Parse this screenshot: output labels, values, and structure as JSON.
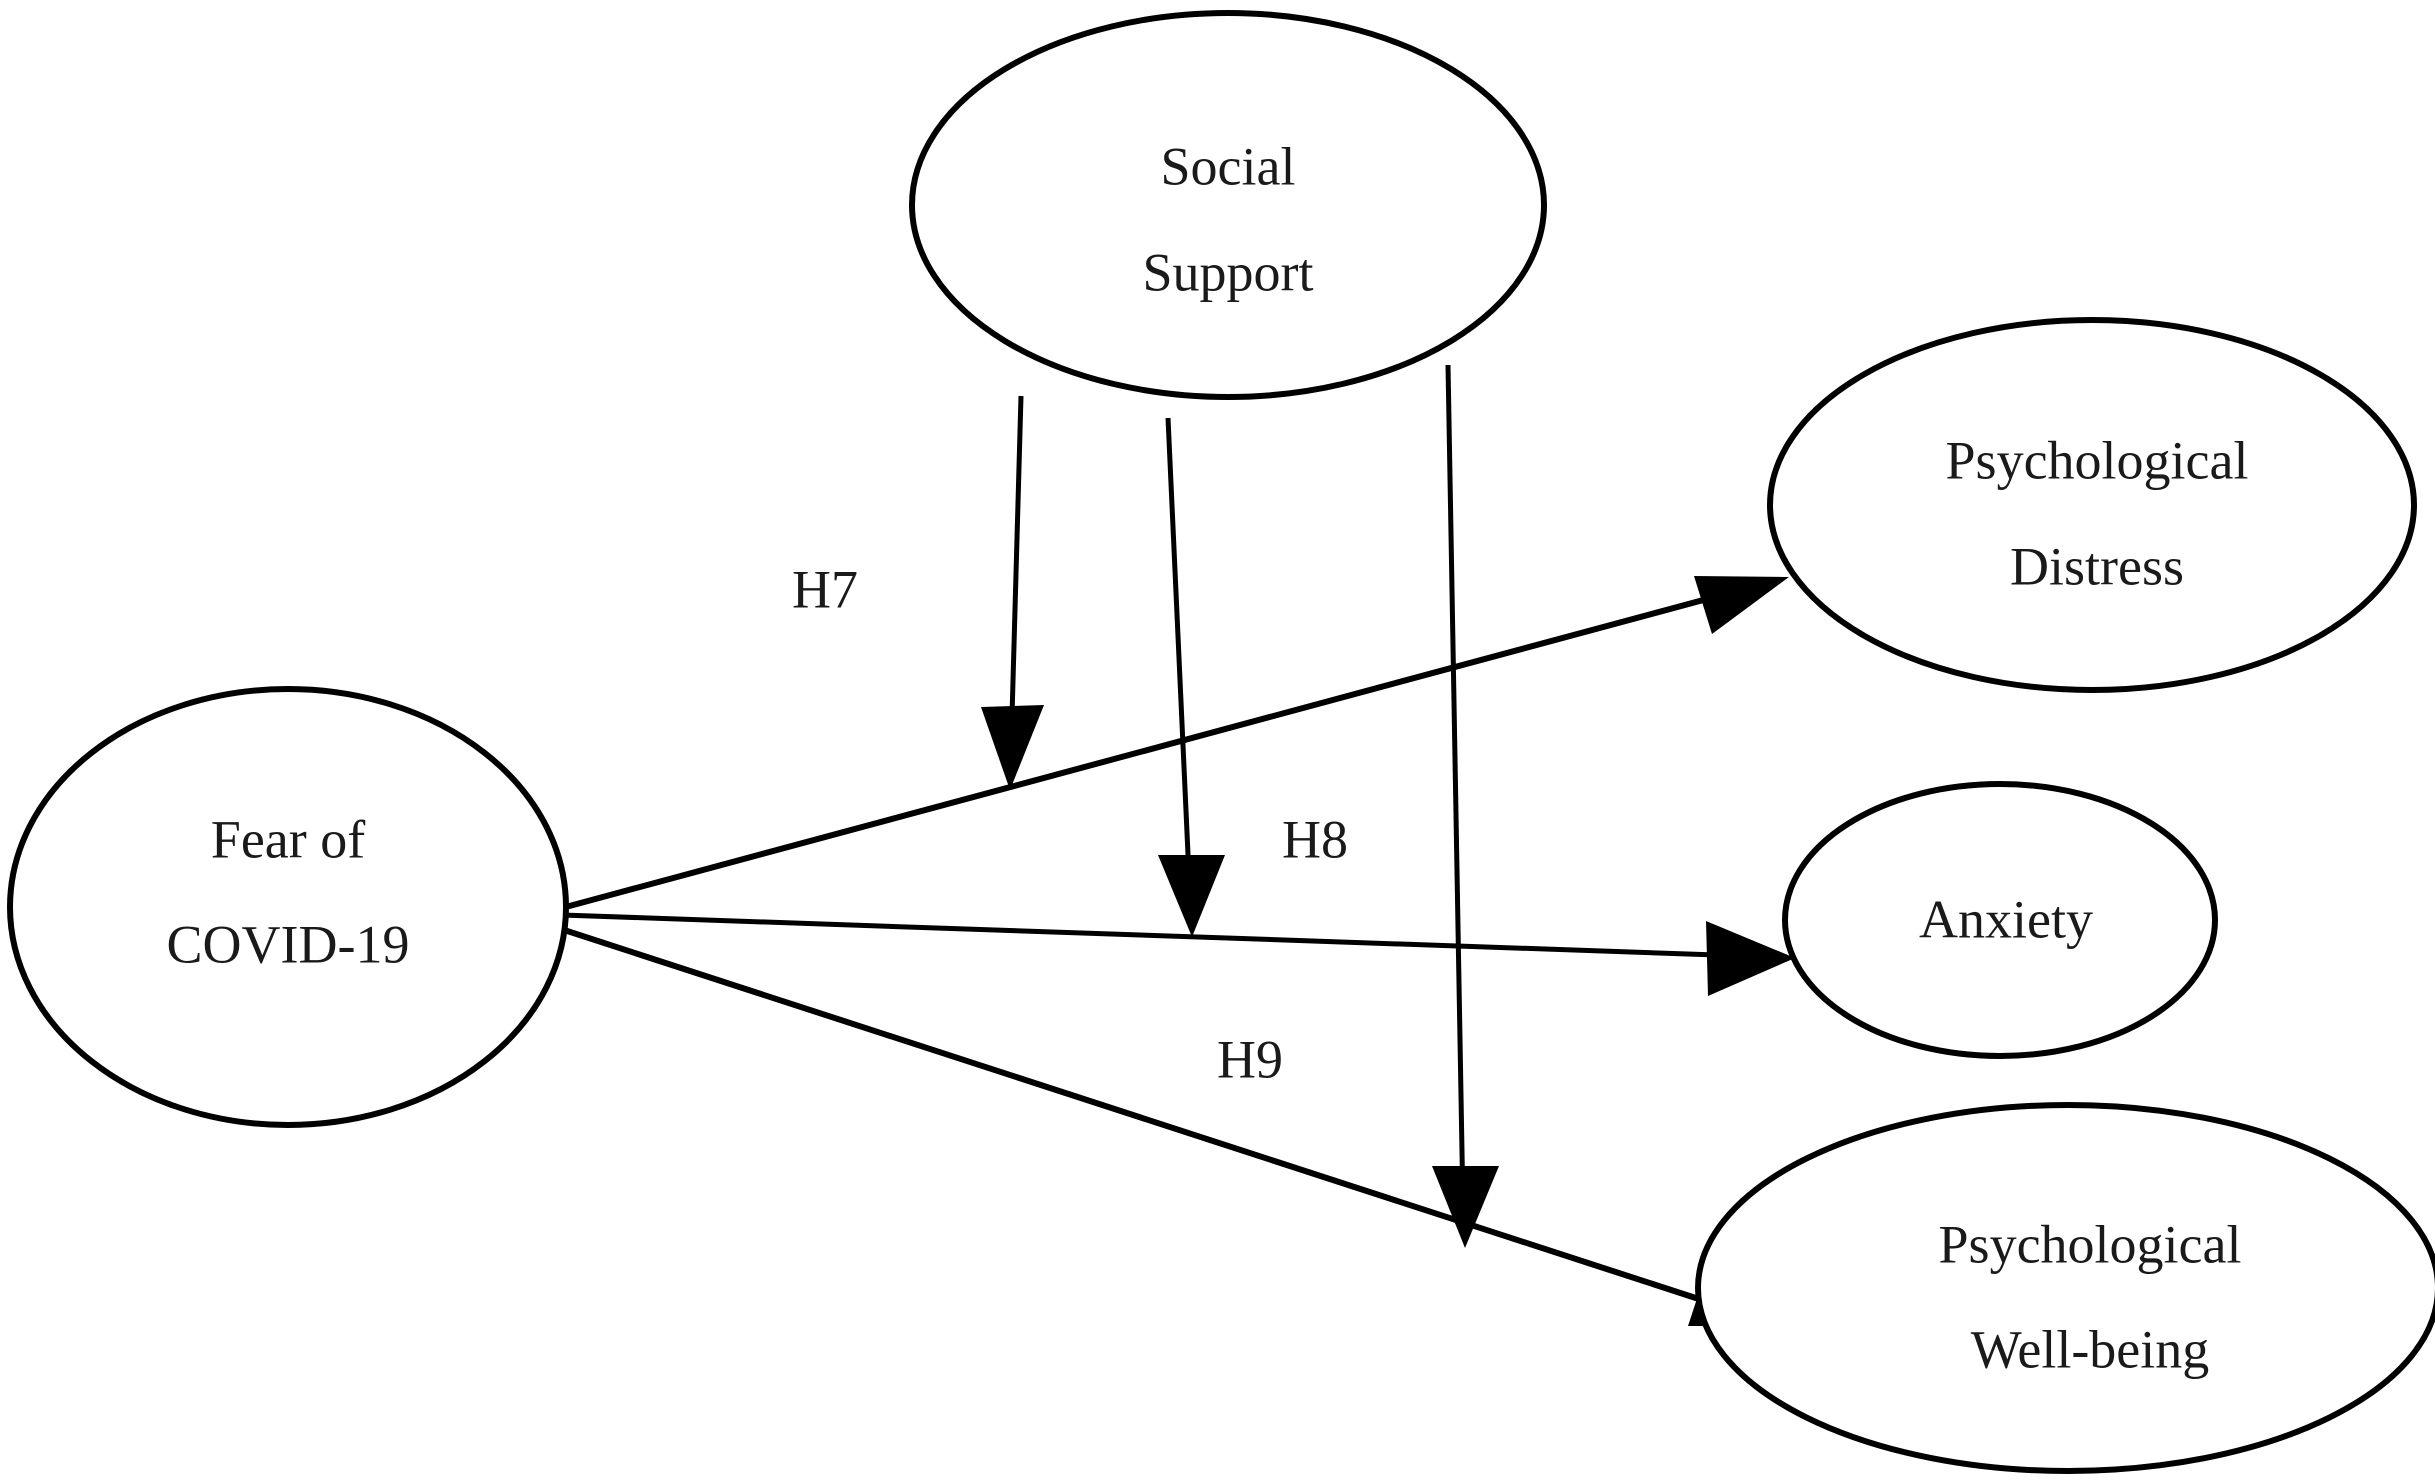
{
  "diagram": {
    "type": "conceptual-model",
    "background_color": "#ffffff",
    "stroke_color": "#000000",
    "text_color": "#1a1a1a",
    "nodes": [
      {
        "id": "social-support",
        "line1": "Social",
        "line2": "Support",
        "shape": "ellipse"
      },
      {
        "id": "fear-of-covid-19",
        "line1": "Fear of",
        "line2": "COVID-19",
        "shape": "ellipse"
      },
      {
        "id": "psychological-distress",
        "line1": "Psychological",
        "line2": "Distress",
        "shape": "ellipse"
      },
      {
        "id": "anxiety",
        "line1": "Anxiety",
        "line2": "",
        "shape": "ellipse"
      },
      {
        "id": "psychological-well-being",
        "line1": "Psychological",
        "line2": "Well-being",
        "shape": "ellipse"
      }
    ],
    "hypothesis_labels": [
      {
        "id": "h7",
        "text": "H7"
      },
      {
        "id": "h8",
        "text": "H8"
      },
      {
        "id": "h9",
        "text": "H9"
      }
    ],
    "edges": [
      {
        "id": "fear-to-distress",
        "from": "fear-of-covid-19",
        "to": "psychological-distress",
        "arrow": true
      },
      {
        "id": "fear-to-anxiety",
        "from": "fear-of-covid-19",
        "to": "anxiety",
        "arrow": true
      },
      {
        "id": "fear-to-wellbeing",
        "from": "fear-of-covid-19",
        "to": "psychological-well-being",
        "arrow": true
      },
      {
        "id": "support-moderates-distress",
        "from": "social-support",
        "to": "fear-to-distress",
        "arrow": true,
        "label": "H7"
      },
      {
        "id": "support-moderates-anxiety",
        "from": "social-support",
        "to": "fear-to-anxiety",
        "arrow": true,
        "label": "H8"
      },
      {
        "id": "support-moderates-wellbeing",
        "from": "social-support",
        "to": "fear-to-wellbeing",
        "arrow": true,
        "label": "H9"
      }
    ]
  }
}
